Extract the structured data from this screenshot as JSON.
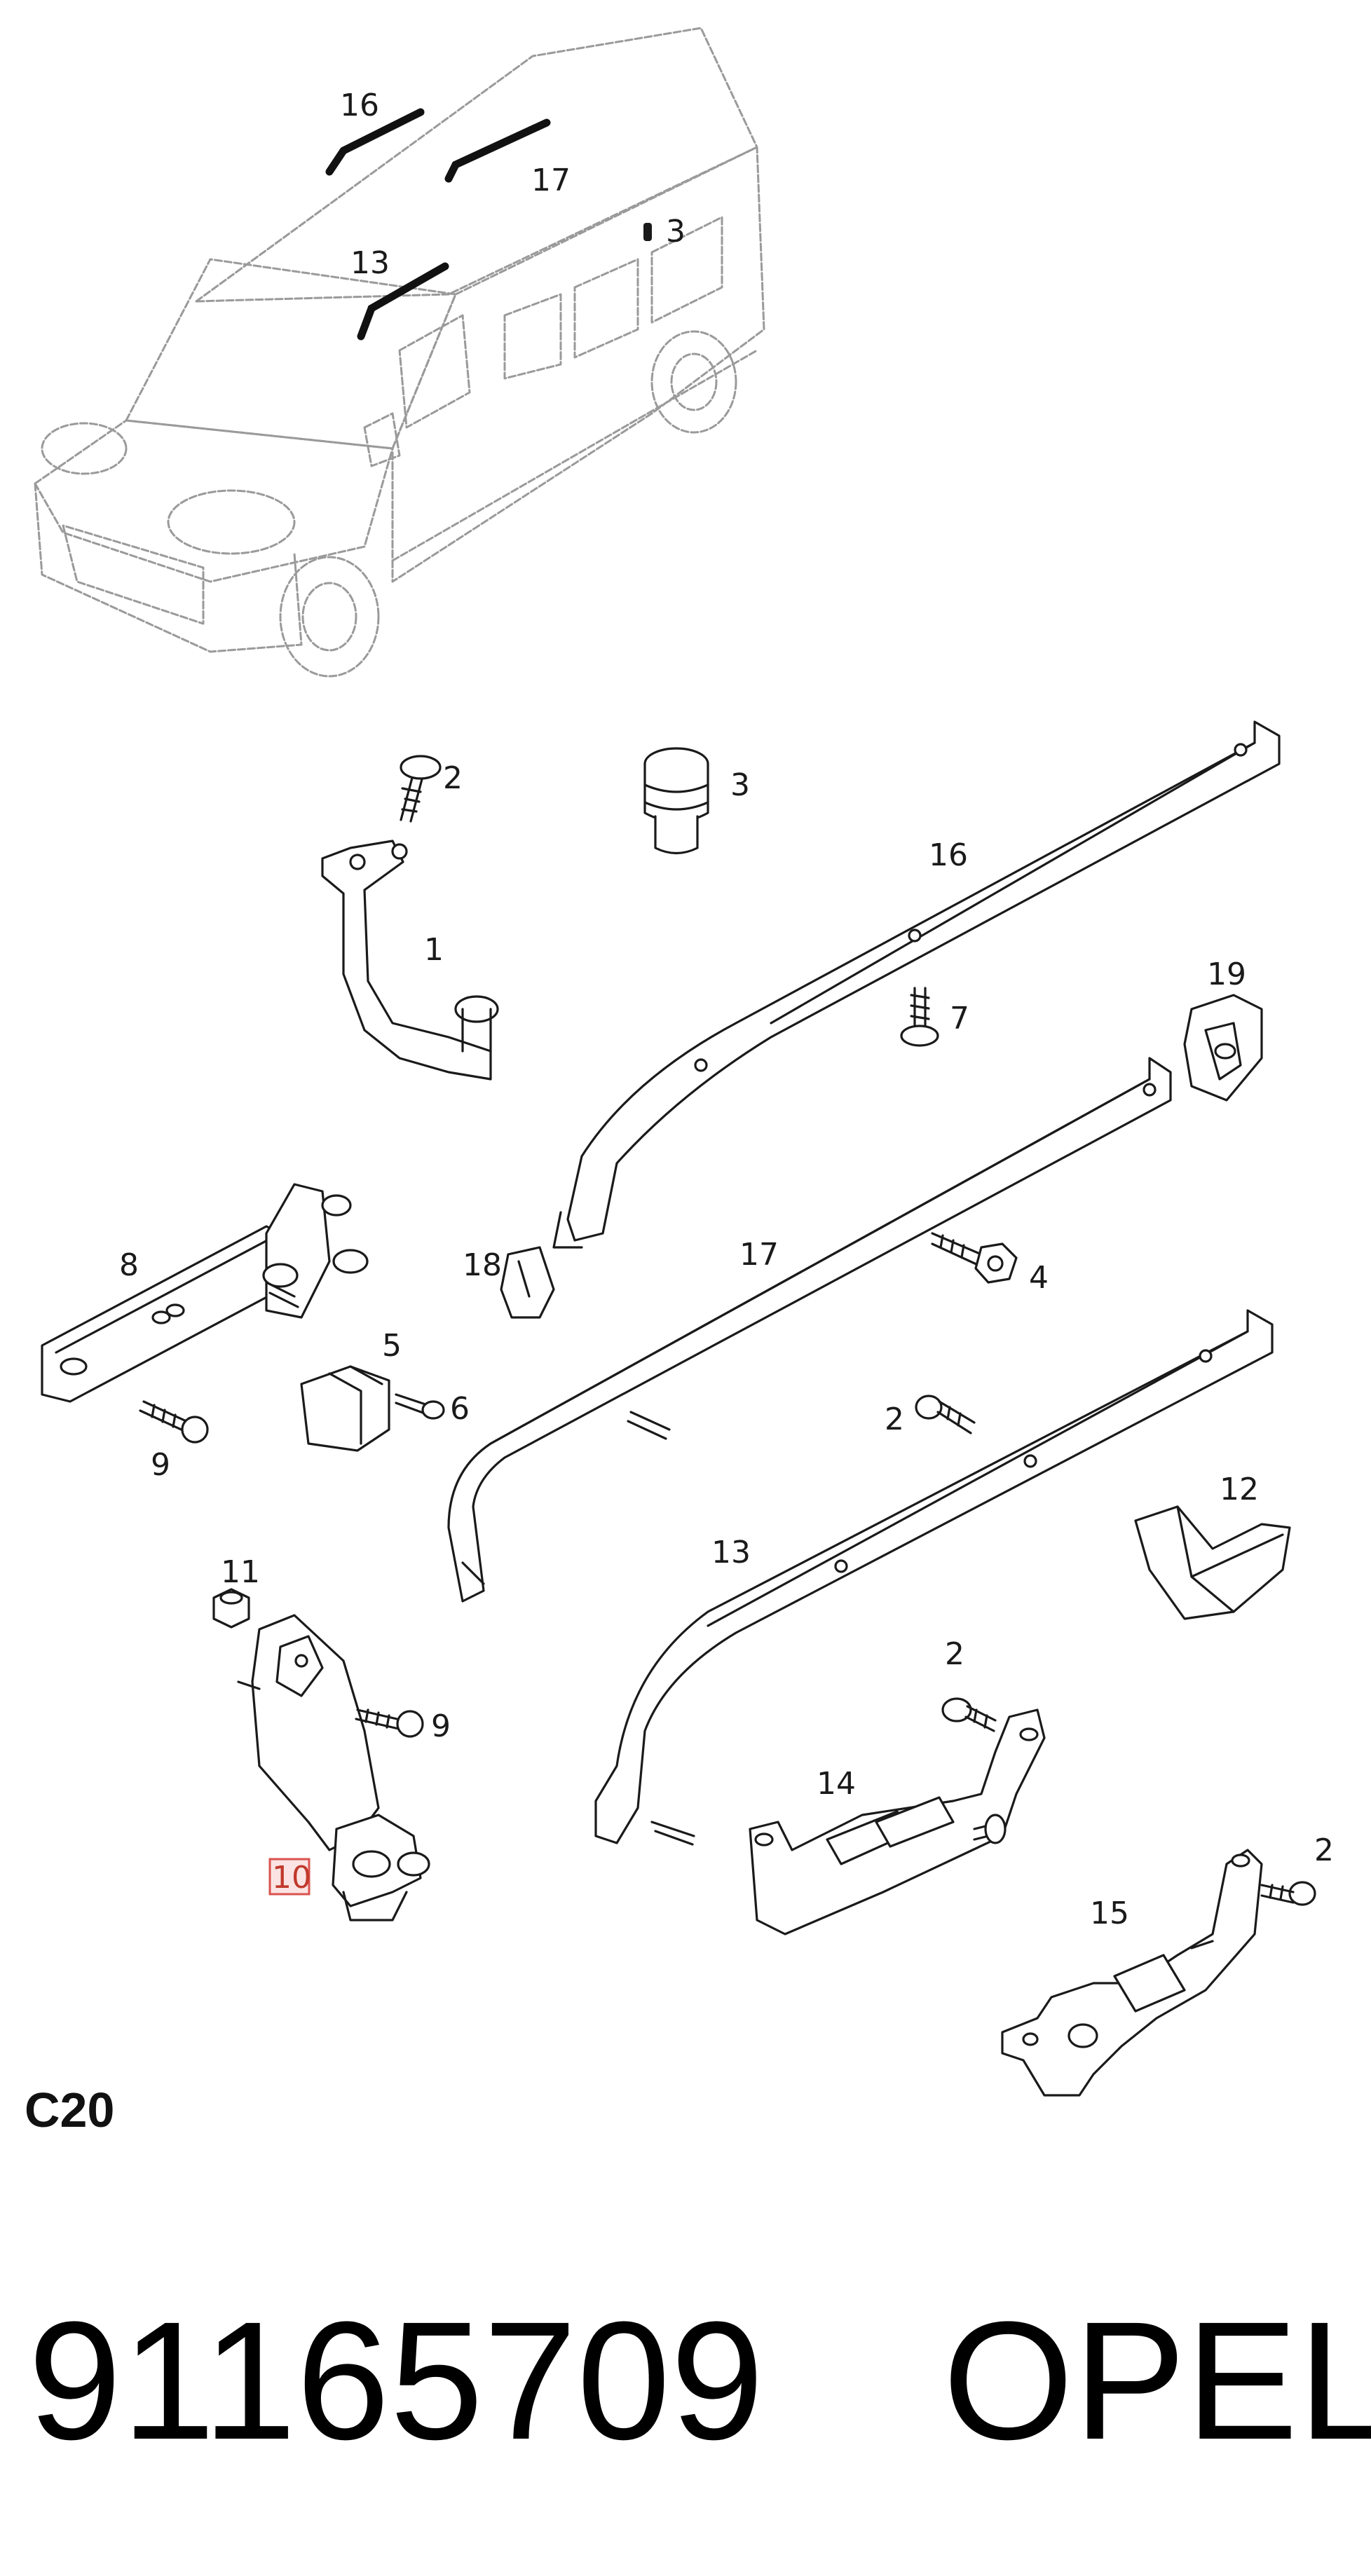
{
  "diagram": {
    "section_code": "C20",
    "part_number": "91165709",
    "brand": "OPEL",
    "highlighted_callout": "10",
    "highlight_color": "#d9534f",
    "overview_callouts": [
      "16",
      "17",
      "13",
      "3"
    ],
    "callouts": {
      "c1": "1",
      "c2a": "2",
      "c2b": "2",
      "c2c": "2",
      "c2d": "2",
      "c3": "3",
      "c4": "4",
      "c5": "5",
      "c6": "6",
      "c7": "7",
      "c8": "8",
      "c9a": "9",
      "c9b": "9",
      "c10": "10",
      "c11": "11",
      "c12": "12",
      "c13": "13",
      "c14": "14",
      "c15": "15",
      "c16": "16",
      "c17": "17",
      "c18": "18",
      "c19": "19"
    }
  }
}
